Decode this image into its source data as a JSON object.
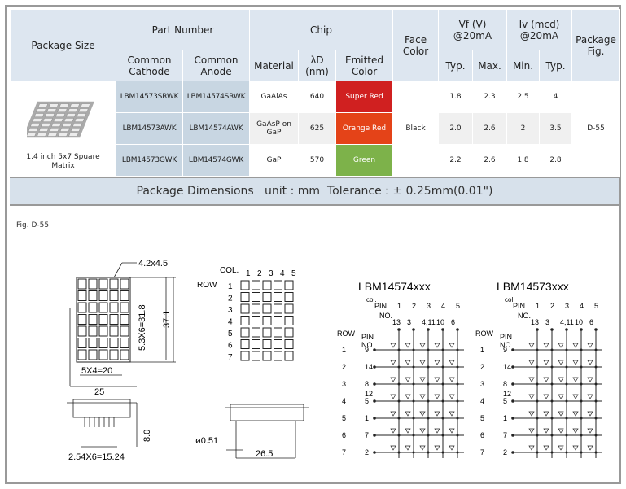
{
  "table": {
    "headers": {
      "package_size": "Package Size",
      "part_number": "Part Number",
      "common_cathode": "Common Cathode",
      "common_anode": "Common Anode",
      "chip": "Chip",
      "material": "Material",
      "wavelength": "λD (nm)",
      "emitted_color": "Emitted Color",
      "face_color": "Face Color",
      "vf": "Vf (V) @20mA",
      "iv": "Iv (mcd) @20mA",
      "package_fig": "Package Fig.",
      "typ": "Typ.",
      "max": "Max.",
      "min": "Min."
    },
    "package_caption": "1.4 inch 5x7 Spuare Matrix",
    "face_color": "Black",
    "package_fig": "D-55",
    "rows": [
      {
        "cathode": "LBM14573SRWK",
        "anode": "LBM14574SRWK",
        "material": "GaAlAs",
        "wl": "640",
        "color": "Super Red",
        "vf_typ": "1.8",
        "vf_max": "2.3",
        "iv_min": "2.5",
        "iv_typ": "4"
      },
      {
        "cathode": "LBM14573AWK",
        "anode": "LBM14574AWK",
        "material": "GaAsP on GaP",
        "wl": "625",
        "color": "Orange Red",
        "vf_typ": "2.0",
        "vf_max": "2.6",
        "iv_min": "2",
        "iv_typ": "3.5"
      },
      {
        "cathode": "LBM14573GWK",
        "anode": "LBM14574GWK",
        "material": "GaP",
        "wl": "570",
        "color": "Green",
        "vf_typ": "2.2",
        "vf_max": "2.6",
        "iv_min": "1.8",
        "iv_typ": "2.8"
      }
    ],
    "color_swatches": {
      "Super Red": "#d02020",
      "Orange Red": "#e44318",
      "Green": "#7db24a"
    }
  },
  "dimensions_bar": "Package Dimensions   unit : mm  Tolerance : ± 0.25mm(0.01\")",
  "figure": {
    "label": "Fig. D-55",
    "dim_dot": "4.2x4.5",
    "dim_height": "5.3X6=31.8",
    "dim_total_h": "37.1",
    "dim_width": "5X4=20",
    "dim_total_w": "25",
    "dim_pitch": "2.54X6=15.24",
    "dim_depth": "8.0",
    "dim_pin": "ø0.51",
    "dim_side": "26.5",
    "col_label": "COL.",
    "row_label": "ROW",
    "cols": [
      "1",
      "2",
      "3",
      "4",
      "5"
    ],
    "rows": [
      "1",
      "2",
      "3",
      "4",
      "5",
      "6",
      "7"
    ],
    "anode_title": "LBM14574xxx",
    "cathode_title": "LBM14573xxx",
    "schem_col": "col.",
    "schem_pin": "PIN",
    "schem_no": "NO.",
    "schem_row": "ROW",
    "schem_col_pins": [
      "13",
      "3",
      "4,11",
      "10",
      "6"
    ],
    "schem_row_pins": [
      "9",
      "14",
      "8",
      "5\n12",
      "1",
      "7",
      "2"
    ]
  }
}
